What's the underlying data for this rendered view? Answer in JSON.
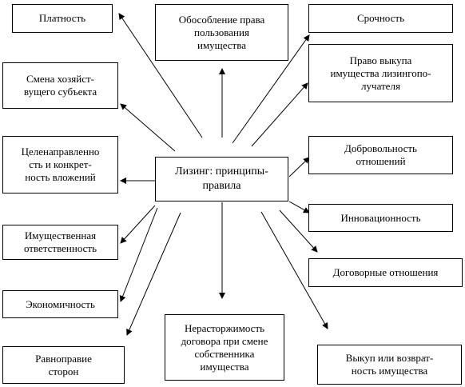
{
  "diagram": {
    "center": "Лизинг: принципы-\nправила",
    "nodes": {
      "platnost": "Платность",
      "obosoblenie": "Обособление права\nпользования\nимущества",
      "srochnost": "Срочность",
      "pravo_vykupa": "Право выкупа\nимущества лизингопо-\nлучателя",
      "smena": "Смена хозяйст-\nвущего  субъекта",
      "celenapravlennost": "Целенаправленно\nсть и конкрет-\nность вложений",
      "dobrovolnost": "Добровольность\nотношений",
      "innovacionnost": "Инновационность",
      "imushchestvennaya": "Имущественная\nответственность",
      "dogovornye": "Договорные отношения",
      "ekonomichnost": "Экономичность",
      "ravnopravie": "Равноправие\nсторон",
      "nerastorzhimost": "Нерасторжимость\nдоговора при смене\nсобственника\nимущества",
      "vykup": "Выкуп  или  возврат-\nность имущества"
    }
  }
}
